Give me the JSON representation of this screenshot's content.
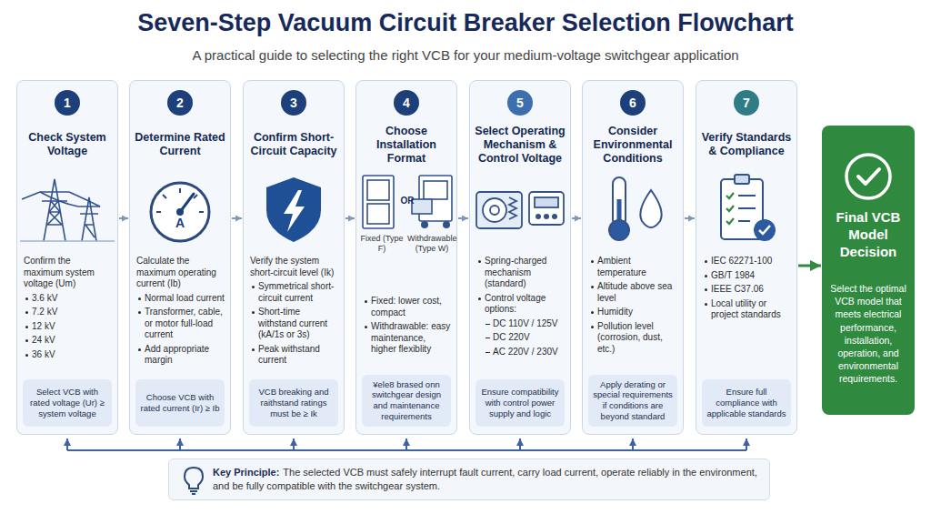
{
  "diagram": {
    "title": "Seven-Step Vacuum Circuit Breaker Selection Flowchart",
    "caption": "A practical guide to selecting the right VCB for your medium-voltage switchgear application",
    "nodes": [
      {
        "text": [
          "Check System Voltage",
          "Confirm the maximum system voltage (Um)",
          "3.6 kV",
          "7.2 kV",
          "12 kV",
          "24 kV",
          "36 kV"
        ]
      },
      {
        "text": [
          "1"
        ],
        "in": 0
      },
      {
        "text": [
          "Select VCB with rated voltage (Ur) ≥ system voltage"
        ],
        "in": 0
      },
      {
        "text": [
          "Determine Rated Current",
          "Calculate the maximum operating current (Ib)",
          "Normal load current",
          "Transformer, cable, or motor full-load current",
          "Add appropriate margin"
        ]
      },
      {
        "text": [
          "2"
        ],
        "in": 3
      },
      {
        "text": [
          "Choose VCB with rated current (Ir) ≥ Ib"
        ],
        "in": 3
      },
      {
        "text": [
          "Confirm Short-Circuit Capacity",
          "Verify the system short-circuit level (Ik)",
          "Symmetrical short-circuit current",
          "Short-time withstand current (kA/1s or 3s)",
          "Peak withstand current"
        ]
      },
      {
        "text": [
          "3"
        ],
        "in": 6
      },
      {
        "text": [
          "VCB breaking and raithstand ratings must be ≥ Ik"
        ],
        "in": 6
      },
      {
        "text": [
          "Choose Installation Format",
          "Fixed: lower cost, compact",
          "Withdrawable: easy maintenance, higher flexiblity"
        ]
      },
      {
        "text": [
          "4"
        ],
        "in": 9
      },
      {
        "text": [
          "¥ele8 brased onn switchgear design and maintenance requirements"
        ],
        "in": 9
      },
      {
        "text": [
          "Select Operating Mechanism & Control Voltage",
          "Spring-charged mechanism (standard)",
          "Control voltage options:",
          "DC 110V / 125V",
          "DC 220V",
          "AC 220V / 230V"
        ]
      },
      {
        "text": [
          "5"
        ],
        "in": 12
      },
      {
        "text": [
          "Ensure compatibility with control power supply and logic"
        ],
        "in": 12
      },
      {
        "text": [
          "Consider Environmental Conditions",
          "Ambient temperature",
          "Altitude above sea level",
          "Humidity",
          "Pollution level (corrosion, dust, etc.)"
        ]
      },
      {
        "text": [
          "6"
        ],
        "in": 15
      },
      {
        "text": [
          "Apply derating or special requirements if conditions are beyond standard"
        ],
        "in": 15
      },
      {
        "text": [
          "Verify Standards & Compliance",
          "IEC 62271-100",
          "GB/T 1984",
          "IEEE C37.06",
          "Local utility or project standards"
        ]
      },
      {
        "text": [
          "7"
        ],
        "in": 18
      },
      {
        "text": [
          "Ensure full compliance with applicable standards"
        ],
        "in": 18
      },
      {
        "text": [
          "Final VCB Model Decision",
          "Select the optimal VCB model that meets electrical performance, installation, operation, and environmental requirements."
        ]
      },
      {
        "text": [
          "Key Principle:",
          "The selected VCB must safely interrupt fault current, carry load current, operate reliably in the environment, and be fully compatible with the switchgear system."
        ]
      }
    ],
    "edges": [
      {
        "from": 0,
        "to": 3,
        "arrow": "to"
      },
      {
        "from": 3,
        "to": 6,
        "arrow": "to"
      },
      {
        "from": 6,
        "to": 9,
        "arrow": "to"
      },
      {
        "from": 9,
        "to": 12,
        "arrow": "to"
      },
      {
        "from": 12,
        "to": 15,
        "arrow": "to"
      },
      {
        "from": 15,
        "to": 18,
        "arrow": "to"
      },
      {
        "from": 18,
        "to": 21,
        "arrow": "to"
      }
    ],
    "labels": [
      "A",
      "Fixed (Type F)",
      "OR",
      "Withdrawable (Type W)"
    ]
  }
}
